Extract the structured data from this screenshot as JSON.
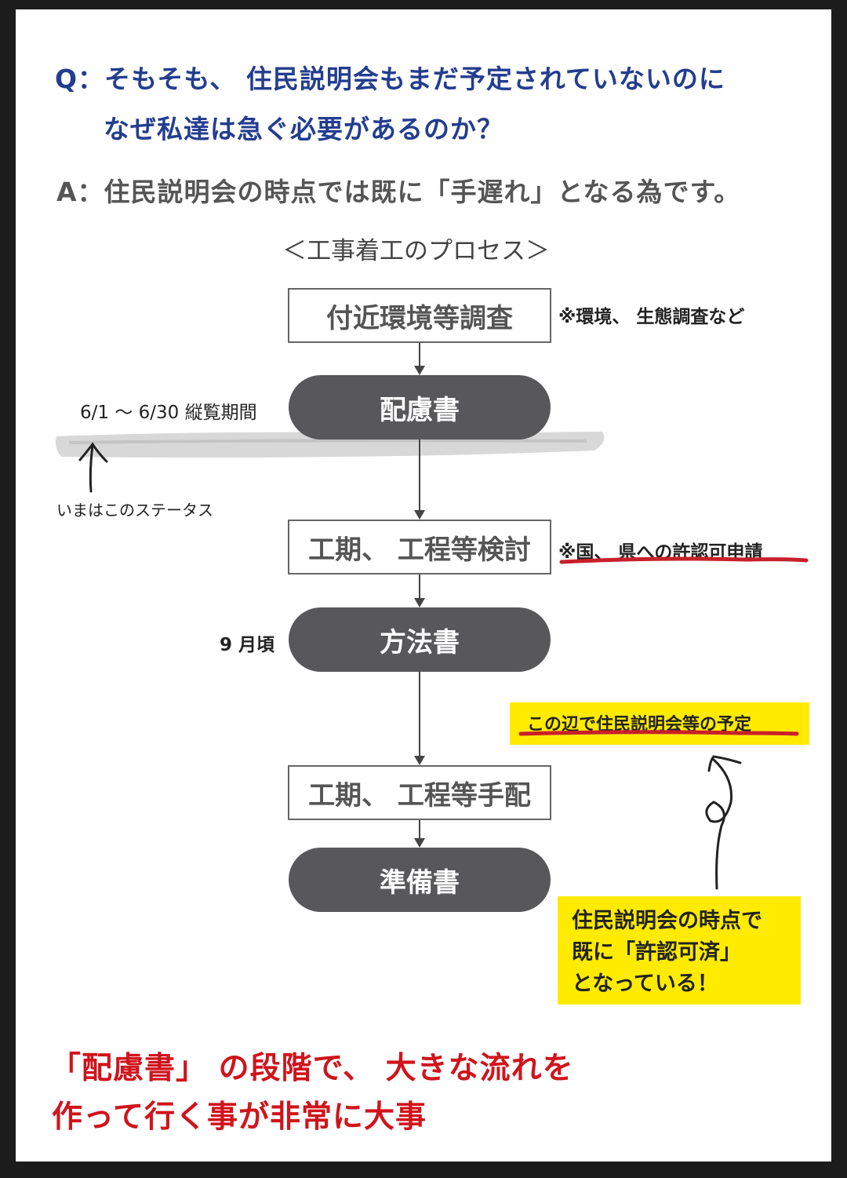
{
  "question": {
    "line1": "Q：そもそも、 住民説明会もまだ予定されていないのに",
    "line2": "なぜ私達は急ぐ必要があるのか？"
  },
  "answer": "A：住民説明会の時点では既に「手遅れ」となる為です。",
  "process_title": "＜工事着工のプロセス＞",
  "steps": [
    {
      "label": "付近環境等調査",
      "note": "※環境、 生態調査など"
    },
    {
      "label": "配慮書",
      "note": "6/1 ～ 6/30 縦覧期間"
    },
    {
      "label": "工期、 工程等検討",
      "note": "※国、 県への許認可申請"
    },
    {
      "label": "方法書",
      "note": "9 月頃"
    },
    {
      "label": "工期、 工程等手配"
    },
    {
      "label": "準備書"
    }
  ],
  "current_status": "いまはこのステータス",
  "callout_meeting": "この辺で住民説明会等の予定",
  "callout_permit": [
    "住民説明会の時点で",
    "既に「許認可済」",
    "となっている！"
  ],
  "conclusion": [
    "「配慮書」 の段階で、 大きな流れを",
    "作って行く事が非常に大事"
  ],
  "colors": {
    "question": "#233d8f",
    "pill": "#58585a",
    "highlight": "#ffeb00",
    "emphasis": "#d0141c"
  }
}
